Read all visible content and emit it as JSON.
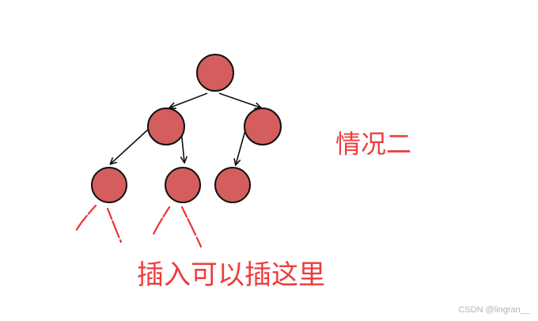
{
  "labels": {
    "case_title": "情况二",
    "insert_hint": "插入可以插这里",
    "watermark": "CSDN @lingran__"
  },
  "colors": {
    "node_fill": "#d45d5d",
    "node_stroke": "#111111",
    "edge": "#111111",
    "annotation": "#ee3b3b"
  },
  "tree": {
    "nodes": [
      {
        "id": "root"
      },
      {
        "id": "left"
      },
      {
        "id": "right"
      },
      {
        "id": "left-left"
      },
      {
        "id": "left-right"
      },
      {
        "id": "right-left"
      }
    ],
    "edges": [
      {
        "from": "root",
        "to": "left"
      },
      {
        "from": "root",
        "to": "right"
      },
      {
        "from": "left",
        "to": "left-left"
      },
      {
        "from": "left",
        "to": "left-right"
      },
      {
        "from": "right",
        "to": "right-left"
      }
    ],
    "insert_positions": [
      "left-left",
      "left-right"
    ]
  }
}
